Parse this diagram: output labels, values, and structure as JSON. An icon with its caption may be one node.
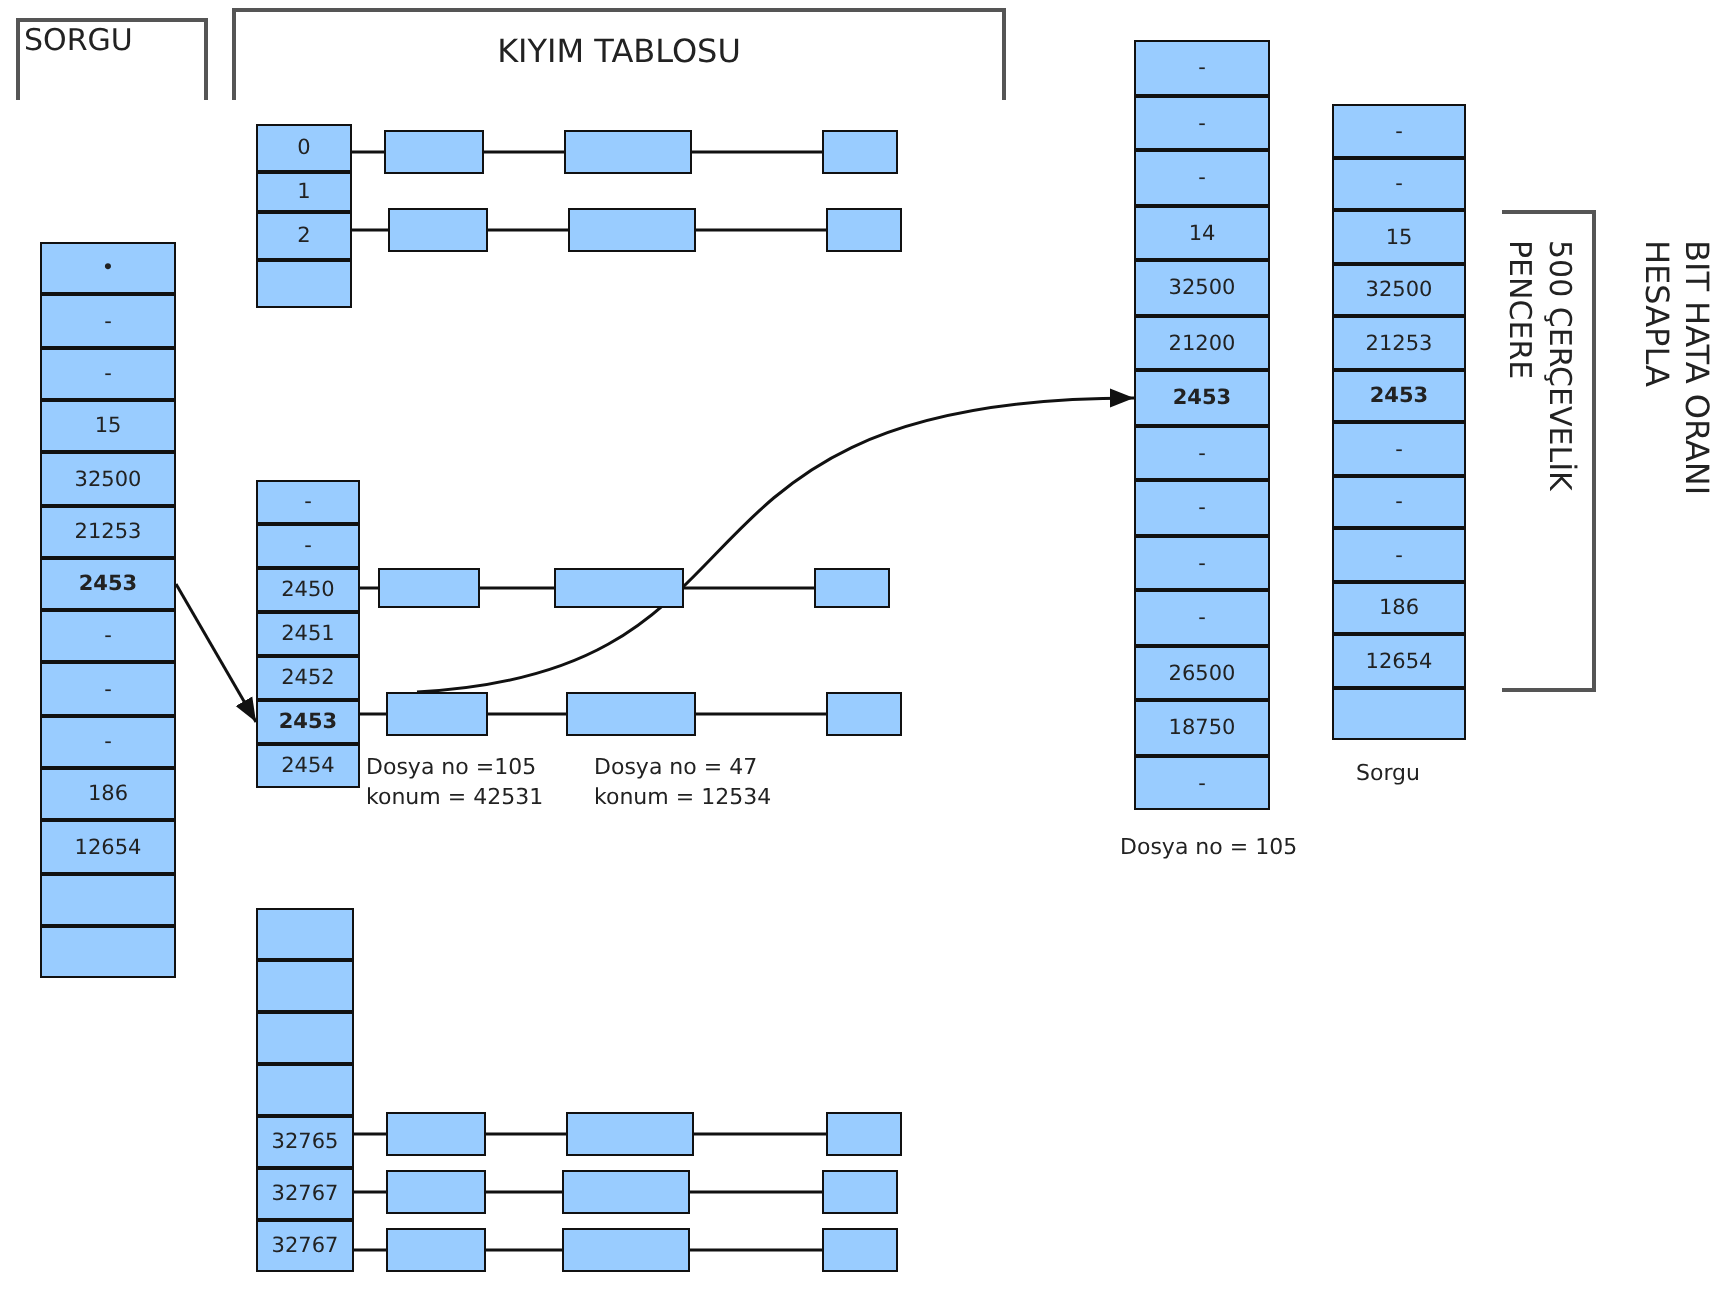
{
  "diagram": {
    "nodes": [
      {
        "text": [
          "•"
        ]
      },
      {
        "text": [
          "-"
        ]
      },
      {
        "text": [
          "-"
        ]
      },
      {
        "text": [
          "15"
        ]
      },
      {
        "text": [
          "32500"
        ]
      },
      {
        "text": [
          "21253"
        ]
      },
      {
        "text": [
          "2453"
        ]
      },
      {
        "text": [
          "-"
        ]
      },
      {
        "text": [
          "-"
        ]
      },
      {
        "text": [
          "-"
        ]
      },
      {
        "text": [
          "186"
        ]
      },
      {
        "text": [
          "12654"
        ]
      },
      {
        "text": [],
        "shape": "box"
      },
      {
        "text": [],
        "shape": "box"
      },
      {
        "text": [
          "0"
        ]
      },
      {
        "text": [
          "1"
        ]
      },
      {
        "text": [
          "2"
        ]
      },
      {
        "text": [],
        "shape": "box"
      },
      {
        "text": [],
        "shape": "box"
      },
      {
        "text": [],
        "shape": "box"
      },
      {
        "text": [],
        "shape": "box"
      },
      {
        "text": [],
        "shape": "box"
      },
      {
        "text": [],
        "shape": "box"
      },
      {
        "text": [],
        "shape": "box"
      },
      {
        "text": [
          "-"
        ]
      },
      {
        "text": [
          "-"
        ]
      },
      {
        "text": [
          "2450"
        ]
      },
      {
        "text": [
          "2451"
        ]
      },
      {
        "text": [
          "2452"
        ]
      },
      {
        "text": [
          "2453"
        ]
      },
      {
        "text": [
          "2454"
        ]
      },
      {
        "text": [],
        "shape": "box"
      },
      {
        "text": [],
        "shape": "box"
      },
      {
        "text": [],
        "shape": "box"
      },
      {
        "text": [],
        "shape": "box"
      },
      {
        "text": [],
        "shape": "box"
      },
      {
        "text": [],
        "shape": "box"
      },
      {
        "text": [],
        "shape": "box"
      },
      {
        "text": [],
        "shape": "box"
      },
      {
        "text": [],
        "shape": "box"
      },
      {
        "text": [],
        "shape": "box"
      },
      {
        "text": [
          "32765"
        ]
      },
      {
        "text": [
          "32767"
        ]
      },
      {
        "text": [
          "32767"
        ]
      },
      {
        "text": [],
        "shape": "box"
      },
      {
        "text": [],
        "shape": "box"
      },
      {
        "text": [],
        "shape": "box"
      },
      {
        "text": [],
        "shape": "box"
      },
      {
        "text": [],
        "shape": "box"
      },
      {
        "text": [],
        "shape": "box"
      },
      {
        "text": [],
        "shape": "box"
      },
      {
        "text": [],
        "shape": "box"
      },
      {
        "text": [],
        "shape": "box"
      },
      {
        "text": [
          "-"
        ]
      },
      {
        "text": [
          "-"
        ]
      },
      {
        "text": [
          "-"
        ]
      },
      {
        "text": [
          "14"
        ]
      },
      {
        "text": [
          "32500"
        ]
      },
      {
        "text": [
          "21200"
        ]
      },
      {
        "text": [
          "2453"
        ]
      },
      {
        "text": [
          "-"
        ]
      },
      {
        "text": [
          "-"
        ]
      },
      {
        "text": [
          "-"
        ]
      },
      {
        "text": [
          "-"
        ]
      },
      {
        "text": [
          "26500"
        ]
      },
      {
        "text": [
          "18750"
        ]
      },
      {
        "text": [
          "-"
        ]
      },
      {
        "text": [
          "-"
        ]
      },
      {
        "text": [
          "-"
        ]
      },
      {
        "text": [
          "15"
        ]
      },
      {
        "text": [
          "32500"
        ]
      },
      {
        "text": [
          "21253"
        ]
      },
      {
        "text": [
          "2453"
        ]
      },
      {
        "text": [
          "-"
        ]
      },
      {
        "text": [
          "-"
        ]
      },
      {
        "text": [
          "-"
        ]
      },
      {
        "text": [
          "186"
        ]
      },
      {
        "text": [
          "12654"
        ]
      },
      {
        "text": [],
        "shape": "box"
      }
    ],
    "edges": [
      {
        "from": 6,
        "to": 29,
        "arrow": "to"
      },
      {
        "from": 34,
        "to": 59,
        "arrow": "to"
      },
      {
        "from": 14,
        "to": 18,
        "arrow": "none"
      },
      {
        "from": 18,
        "to": 19,
        "arrow": "none"
      },
      {
        "from": 19,
        "to": 20,
        "arrow": "none"
      },
      {
        "from": 16,
        "to": 21,
        "arrow": "none"
      },
      {
        "from": 21,
        "to": 22,
        "arrow": "none"
      },
      {
        "from": 22,
        "to": 23,
        "arrow": "none"
      },
      {
        "from": 26,
        "to": 31,
        "arrow": "none"
      },
      {
        "from": 31,
        "to": 32,
        "arrow": "none"
      },
      {
        "from": 32,
        "to": 33,
        "arrow": "none"
      },
      {
        "from": 29,
        "to": 34,
        "arrow": "none"
      },
      {
        "from": 34,
        "to": 35,
        "arrow": "none"
      },
      {
        "from": 35,
        "to": 36,
        "arrow": "none"
      },
      {
        "from": 41,
        "to": 44,
        "arrow": "none"
      },
      {
        "from": 44,
        "to": 45,
        "arrow": "none"
      },
      {
        "from": 45,
        "to": 46,
        "arrow": "none"
      },
      {
        "from": 42,
        "to": 47,
        "arrow": "none"
      },
      {
        "from": 47,
        "to": 48,
        "arrow": "none"
      },
      {
        "from": 48,
        "to": 49,
        "arrow": "none"
      },
      {
        "from": 43,
        "to": 50,
        "arrow": "none"
      },
      {
        "from": 50,
        "to": 51,
        "arrow": "none"
      },
      {
        "from": 51,
        "to": 52,
        "arrow": "none"
      }
    ],
    "labels": [
      "SORGU",
      "KIYIM TABLOSU",
      "500 ÇERÇEVELİK PENCERE",
      "BIT HATA ORANI HESAPLA",
      "Dosya no =105 konum = 42531",
      "Dosya no = 47 konum = 12534",
      "Sorgu",
      "Dosya no = 105"
    ]
  }
}
